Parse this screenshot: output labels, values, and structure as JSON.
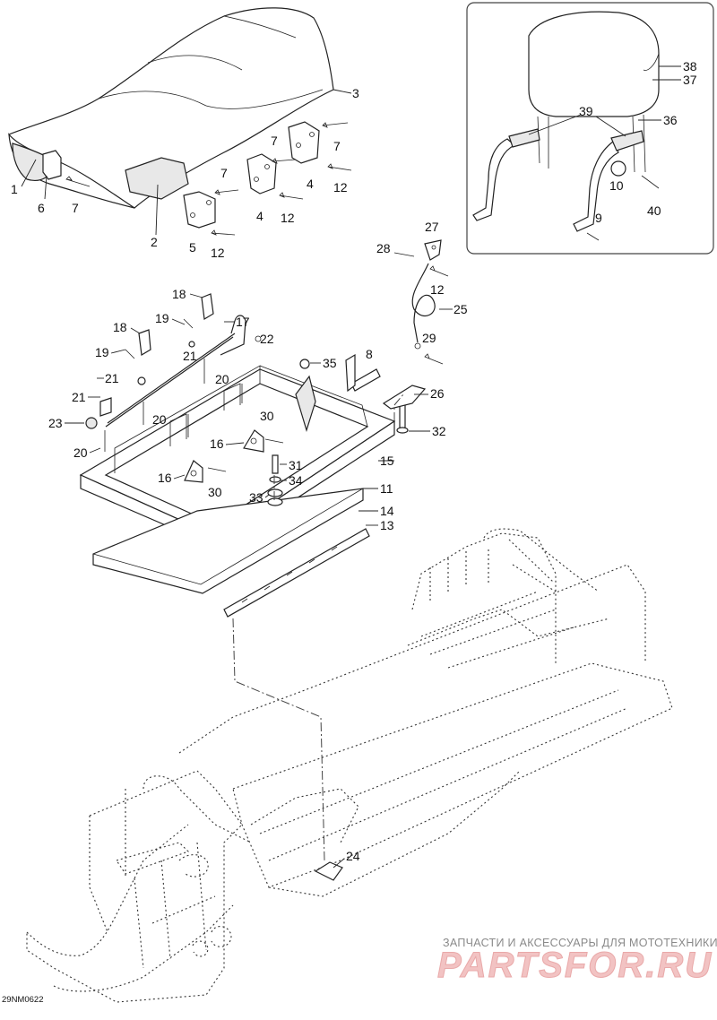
{
  "diagram": {
    "code": "29NM0622",
    "watermark": {
      "line1": "ЗАПЧАСТИ И АКСЕССУАРЫ ДЛЯ МОТОТЕХНИКИ",
      "logo": "PARTSFOR.RU"
    },
    "callouts": {
      "c1": "1",
      "c2": "2",
      "c3": "3",
      "c4a": "4",
      "c4b": "4",
      "c5": "5",
      "c6": "6",
      "c7a": "7",
      "c7b": "7",
      "c7c": "7",
      "c7d": "7",
      "c8": "8",
      "c9": "9",
      "c10": "10",
      "c11": "11",
      "c12a": "12",
      "c12b": "12",
      "c12c": "12",
      "c12d": "12",
      "c13": "13",
      "c14": "14",
      "c15": "15",
      "c16a": "16",
      "c16b": "16",
      "c17": "17",
      "c18a": "18",
      "c18b": "18",
      "c19a": "19",
      "c19b": "19",
      "c20a": "20",
      "c20b": "20",
      "c20c": "20",
      "c21a": "21",
      "c21b": "21",
      "c22": "22",
      "c23": "23",
      "c24": "24",
      "c25": "25",
      "c26": "26",
      "c27": "27",
      "c28": "28",
      "c29": "29",
      "c30a": "30",
      "c30b": "30",
      "c31": "31",
      "c32": "32",
      "c33": "33",
      "c34": "34",
      "c35": "35",
      "c36": "36",
      "c37": "37",
      "c38": "38",
      "c39": "39",
      "c40": "40"
    }
  }
}
